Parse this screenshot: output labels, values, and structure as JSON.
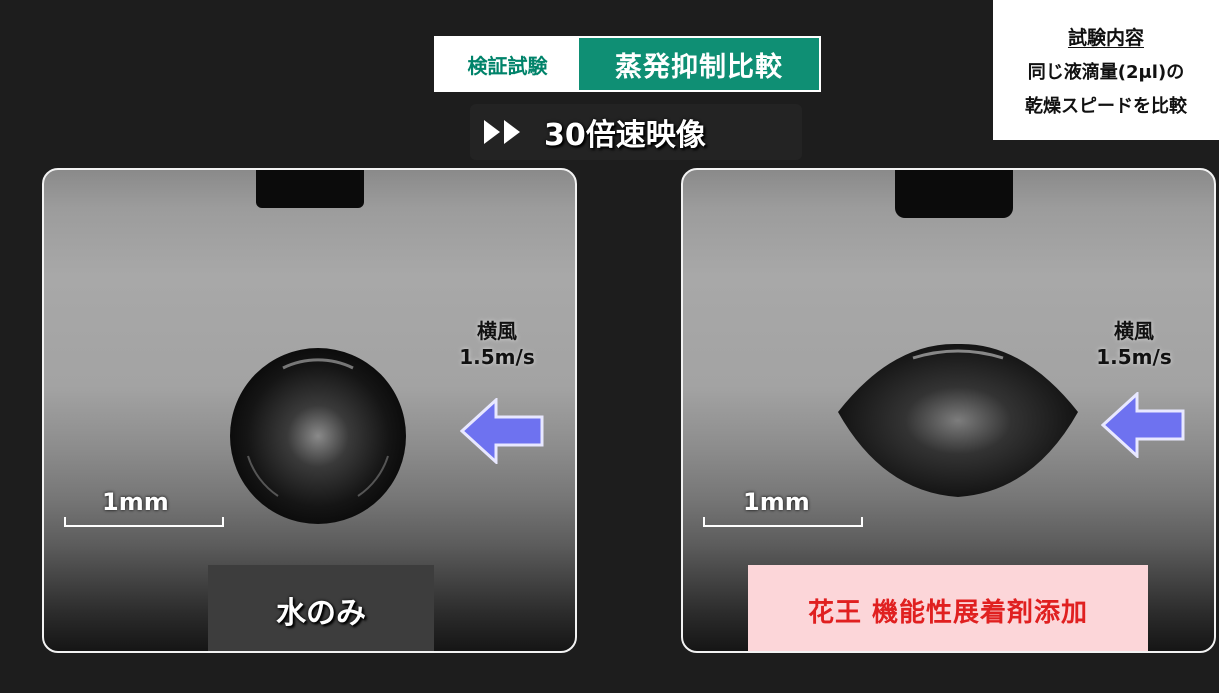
{
  "header": {
    "badge_left": "検証試験",
    "badge_right": "蒸発抑制比較",
    "speed_icon": "fast-forward-icon",
    "speed_label": "30倍速映像"
  },
  "info_box": {
    "title": "試験内容",
    "line1": "同じ液滴量(2μl)の",
    "line2": "乾燥スピードを比較"
  },
  "panels": [
    {
      "wind_label": "横風",
      "wind_speed": "1.5m/s",
      "scale": "1mm",
      "caption": "水のみ"
    },
    {
      "wind_label": "横風",
      "wind_speed": "1.5m/s",
      "scale": "1mm",
      "caption": "花王 機能性展着剤添加"
    }
  ],
  "colors": {
    "badge_green": "#0f8f74",
    "caption_red": "#e02020",
    "caption_pink_bg": "#fcd6d9",
    "arrow_blue": "#6e72f0"
  }
}
